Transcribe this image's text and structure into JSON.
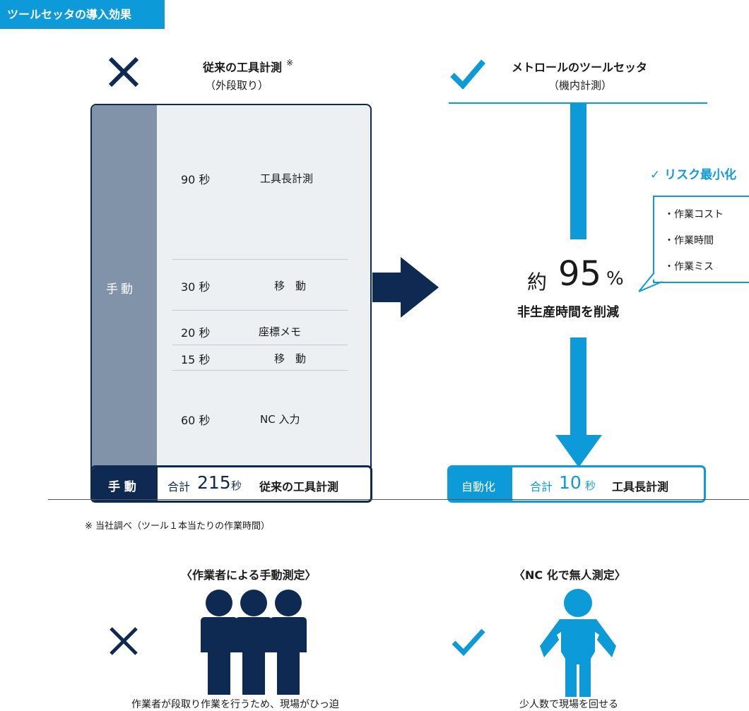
{
  "tag": "ツールセッタの導入効果",
  "left": {
    "title": "従来の工具計測",
    "title_mark": "※",
    "subtitle": "（外段取り）",
    "side_label": "手動",
    "rows": [
      {
        "time": "90 秒",
        "task": "工具長計測"
      },
      {
        "time": "30 秒",
        "task": "移　動"
      },
      {
        "time": "20 秒",
        "task": "座標メモ"
      },
      {
        "time": "15 秒",
        "task": "移　動"
      },
      {
        "time": "60 秒",
        "task": "NC 入力"
      }
    ],
    "sum_label": "手 動",
    "sum_prefix": "合計",
    "sum_value": "215",
    "sum_unit": "秒",
    "sum_task": "従来の工具計測"
  },
  "right": {
    "title": "メトロールのツールセッタ",
    "subtitle": "（機内計測）",
    "risk_title": "✓ リスク最小化",
    "risk_items": [
      "・作業コスト",
      "・作業時間",
      "・作業ミス"
    ],
    "approx": "約",
    "percent_value": "95",
    "percent_unit": "%",
    "reduction_text": "非生産時間を削減",
    "sum_label": "自動化",
    "sum_prefix": "合計",
    "sum_value": "10",
    "sum_unit": "秒",
    "sum_task": "工具長計測"
  },
  "footnote": "※ 当社調べ（ツール１本当たりの作業時間）",
  "bottom": {
    "left_heading": "〈作業者による手動測定〉",
    "left_caption": "作業者が段取り作業を行うため、現場がひっ迫",
    "right_heading": "〈NC 化で無人測定〉",
    "right_caption": "少人数で現場を回せる"
  },
  "colors": {
    "navy": "#0e2a52",
    "blue": "#0d9ad8",
    "slate": "#8093a8",
    "panel_bg": "#ecf0f3"
  }
}
